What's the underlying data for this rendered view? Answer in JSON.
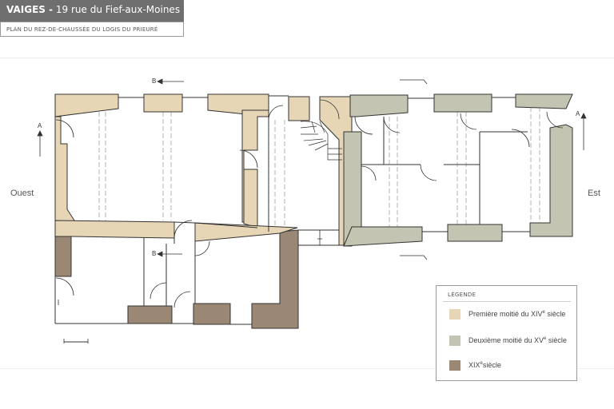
{
  "header": {
    "title_bold": "VAIGES -",
    "title_rest": "19 rue du Fief-aux-Moines",
    "subtitle": "PLAN DU REZ-DE-CHAUSSÉE DU LOGIS DU PRIEURÉ"
  },
  "orientation": {
    "west": "Ouest",
    "east": "Est"
  },
  "section_marks": {
    "a": "A",
    "b": "B"
  },
  "legend": {
    "title": "LÉGENDE",
    "items": [
      {
        "label": "Première moitié du XIV",
        "sup": "e",
        "suffix": " siècle",
        "color": "#e6d6b6"
      },
      {
        "label": "Deuxième moitié du XV",
        "sup": "e",
        "suffix": " siècle",
        "color": "#c4c4b2"
      },
      {
        "label": "XIX",
        "sup": "e",
        "suffix": "siècle",
        "color": "#9a8874"
      }
    ]
  },
  "colors": {
    "xiv": "#e6d6b6",
    "xv": "#c4c4b2",
    "xix": "#9a8874",
    "outline": "#333333"
  }
}
